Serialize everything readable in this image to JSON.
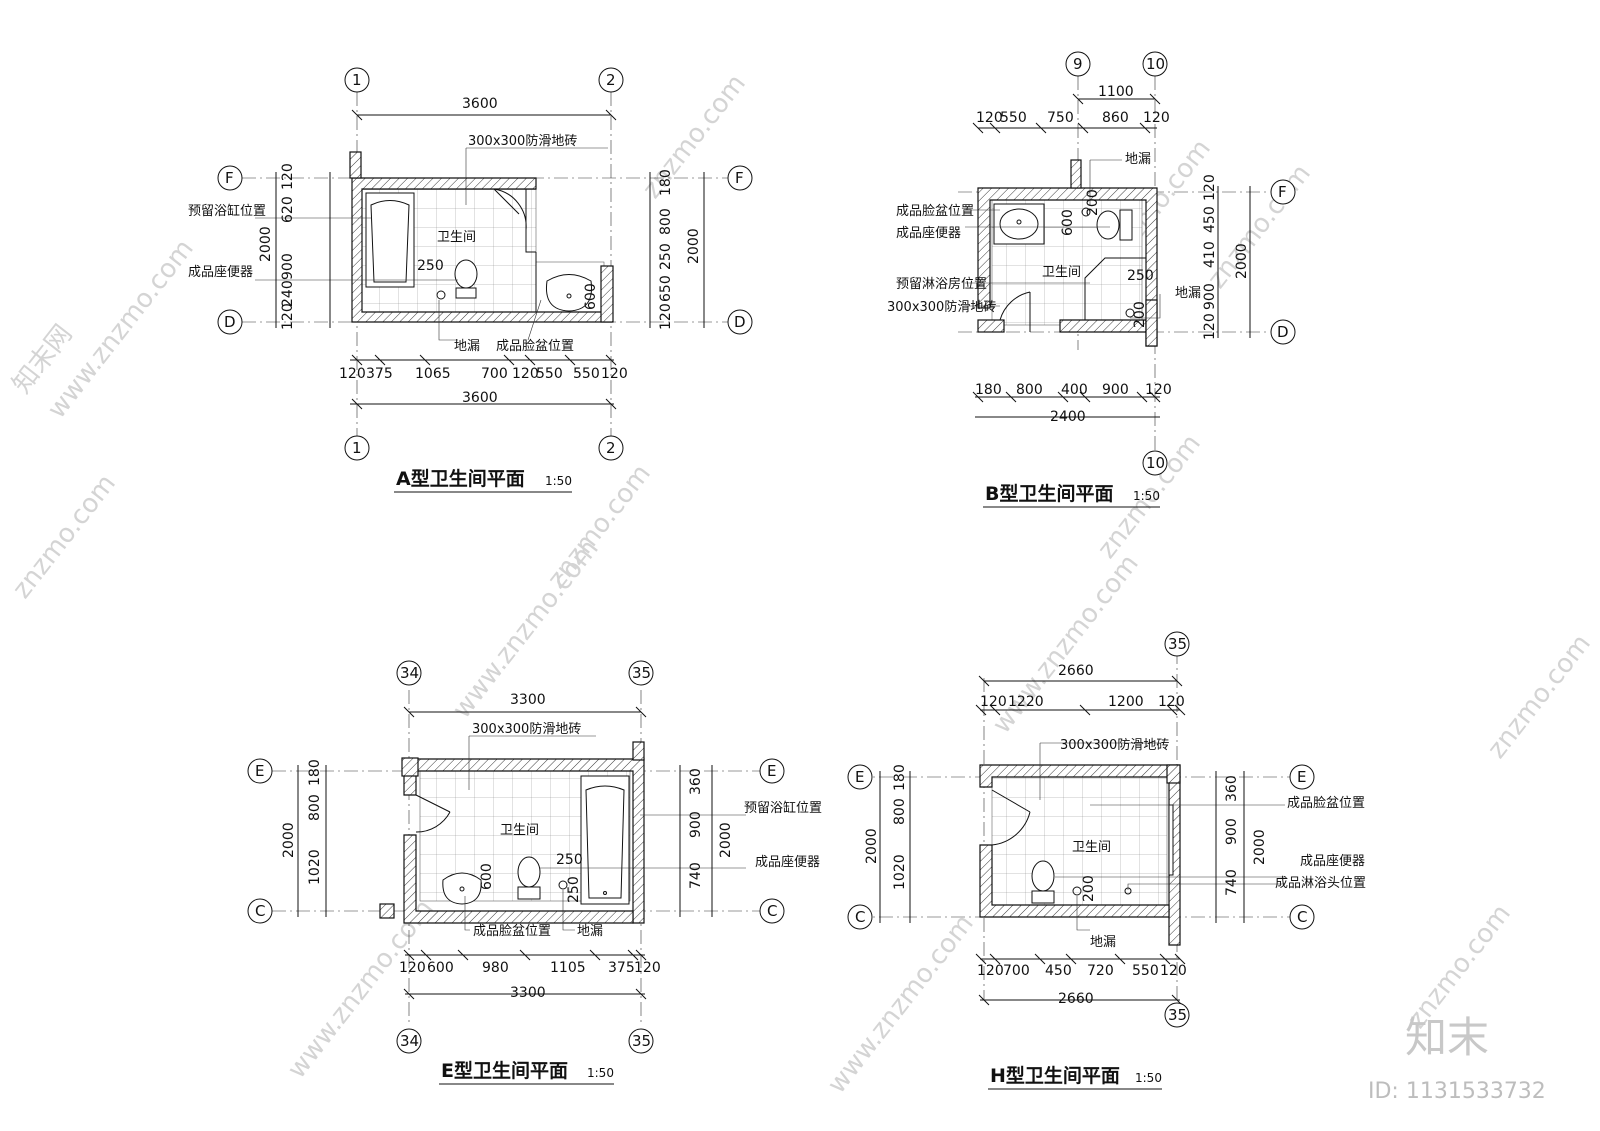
{
  "watermarks": {
    "site": "znzmo.com",
    "site_full": "www.znzmo.com",
    "cn": "知末网",
    "brand": "知末",
    "id_label": "ID: 1131533732"
  },
  "plan_a": {
    "title": "A型卫生间平面",
    "scale": "1:50",
    "axes": {
      "left": "1",
      "right": "2",
      "top": "F",
      "bottom": "D"
    },
    "top_dim": "3600",
    "bottom_total": "3600",
    "bottom_dims": [
      "120",
      "375",
      "1065",
      "700",
      "120",
      "550",
      "550",
      "120"
    ],
    "left_total": "2000",
    "left_dims": [
      "120",
      "620",
      "900",
      "240",
      "120"
    ],
    "right_total": "2000",
    "right_dims": [
      "180",
      "800",
      "250",
      "650",
      "120"
    ],
    "inner_dims": [
      "250",
      "600"
    ],
    "labels": {
      "room": "卫生间",
      "tile": "300x300防滑地砖",
      "bathtub": "预留浴缸位置",
      "toilet": "成品座便器",
      "drain": "地漏",
      "basin": "成品脸盆位置"
    }
  },
  "plan_b": {
    "title": "B型卫生间平面",
    "scale": "1:50",
    "axes": {
      "left": "9",
      "right": "10",
      "top": "F",
      "bottom": "D",
      "bottom_right": "10"
    },
    "top_span": "1100",
    "top_dims": [
      "120",
      "550",
      "750",
      "860",
      "120"
    ],
    "bottom_dims": [
      "180",
      "800",
      "400",
      "900",
      "120"
    ],
    "bottom_total": "2400",
    "right_total": "2000",
    "right_dims": [
      "120",
      "450",
      "410",
      "900",
      "120"
    ],
    "inner_dims": [
      "600",
      "200",
      "250",
      "200"
    ],
    "labels": {
      "room": "卫生间",
      "drain_top": "地漏",
      "basin": "成品脸盆位置",
      "toilet": "成品座便器",
      "shower": "预留淋浴房位置",
      "tile": "300x300防滑地砖",
      "drain_right": "地漏"
    }
  },
  "plan_e": {
    "title": "E型卫生间平面",
    "scale": "1:50",
    "axes": {
      "left": "34",
      "right": "35",
      "top": "E",
      "bottom": "C"
    },
    "top_dim": "3300",
    "bottom_total": "3300",
    "bottom_dims": [
      "120",
      "600",
      "980",
      "1105",
      "375",
      "120"
    ],
    "left_total": "2000",
    "left_dims": [
      "180",
      "800",
      "1020"
    ],
    "right_total": "2000",
    "right_dims": [
      "360",
      "900",
      "740"
    ],
    "inner_dims": [
      "250",
      "600",
      "250"
    ],
    "labels": {
      "room": "卫生间",
      "tile": "300x300防滑地砖",
      "bathtub": "预留浴缸位置",
      "toilet": "成品座便器",
      "basin": "成品脸盆位置",
      "drain": "地漏"
    }
  },
  "plan_h": {
    "title": "H型卫生间平面",
    "scale": "1:50",
    "axes": {
      "top_right": "35",
      "bottom_right": "35",
      "top": "E",
      "bottom": "C"
    },
    "top_total": "2660",
    "top_dims": [
      "120",
      "1220",
      "1200",
      "120"
    ],
    "bottom_dims": [
      "120",
      "700",
      "450",
      "720",
      "550",
      "120"
    ],
    "bottom_total": "2660",
    "left_total": "2000",
    "left_dims": [
      "180",
      "800",
      "1020"
    ],
    "right_total": "2000",
    "right_dims": [
      "360",
      "900",
      "740"
    ],
    "inner_dims": [
      "200"
    ],
    "labels": {
      "room": "卫生间",
      "tile": "300x300防滑地砖",
      "basin": "成品脸盆位置",
      "toilet": "成品座便器",
      "shower": "成品淋浴头位置",
      "drain": "地漏"
    }
  }
}
